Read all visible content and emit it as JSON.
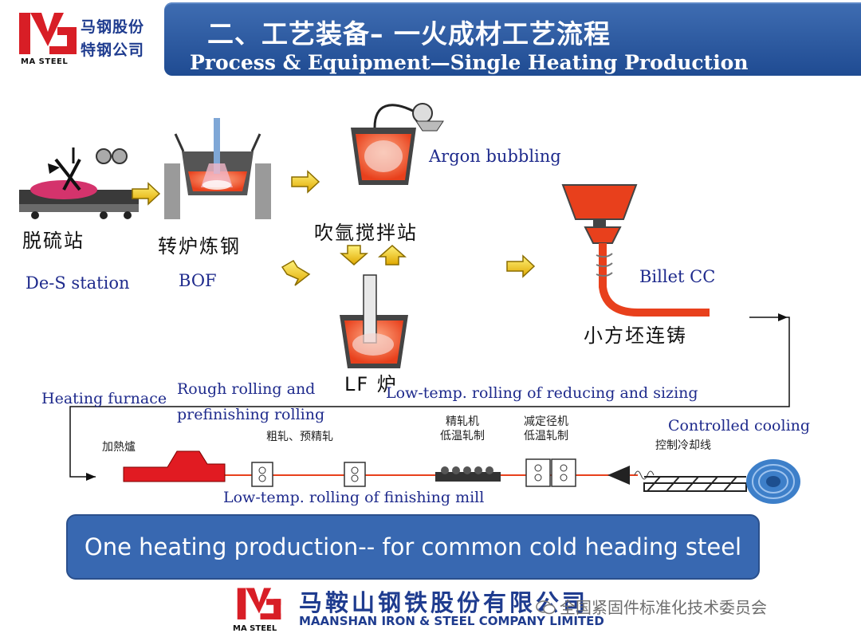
{
  "brand": {
    "cn_line1": "马钢股份",
    "cn_line2": "特钢公司",
    "en": "MA STEEL"
  },
  "header": {
    "title_cn": "二、工艺装备– 一火成材工艺流程",
    "title_en": "Process & Equipment—Single Heating Production"
  },
  "stages": {
    "des_cn": "脱硫站",
    "des_en": "De-S station",
    "bof_cn": "转炉炼钢",
    "bof_en": "BOF",
    "argon_en": "Argon bubbling",
    "argon_cn": "吹氩搅拌站",
    "lf_cn": "LF 炉",
    "billet_en": "Billet CC",
    "billet_cn": "小方坯连铸"
  },
  "rolling": {
    "heating_en": "Heating furnace",
    "heating_cn": "加熱爐",
    "rough_en_line1": "Rough rolling and",
    "rough_en_line2": "prefinishing rolling",
    "rough_cn": "粗轧、预精轧",
    "reducing_en": "Low-temp. rolling of reducing and sizing",
    "finishing_cn_line1": "精轧机",
    "finishing_cn_line2": "低温轧制",
    "reducing_cn_line1": "减定径机",
    "reducing_cn_line2": "低温轧制",
    "cooling_en": "Controlled cooling",
    "cooling_cn": "控制冷却线",
    "finishing_en": "Low-temp. rolling of finishing mill"
  },
  "banner": {
    "text": "One heating production-- for common cold heading steel"
  },
  "footer": {
    "company_cn": "马鞍山钢铁股份有限公司",
    "company_en": "MAANSHAN IRON & STEEL COMPANY LIMITED",
    "brand_en": "MA STEEL",
    "watermark": "全国紧固件标准化技术委员会"
  },
  "colors": {
    "header_blue": "#2a579e",
    "banner_blue": "#3868b1",
    "molten_red": "#e8401c",
    "arrow_yellow": "#f2c400",
    "label_blue": "#1e2a8c"
  }
}
